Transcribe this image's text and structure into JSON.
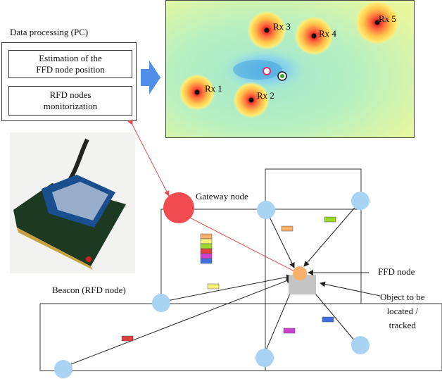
{
  "pc": {
    "title": "Data processing (PC)",
    "step1": [
      "Estimation of the",
      "FFD node position"
    ],
    "step2": [
      "RFD nodes",
      "monitorization"
    ]
  },
  "receivers": [
    "Rx 1",
    "Rx 2",
    "Rx 3",
    "Rx 4",
    "Rx 5"
  ],
  "labels": {
    "gateway": "Gateway node",
    "beacon": "Beacon (RFD node)",
    "ffd": "FFD node",
    "object": [
      "Object to be",
      "located /",
      "tracked"
    ]
  },
  "colors": {
    "arrow": "#4f8fea",
    "gateway": "#f24b52",
    "beacon": "#a8d3f3",
    "ffd": "#f8b06a",
    "object": "#c4c4c4",
    "link": "#e05050"
  }
}
